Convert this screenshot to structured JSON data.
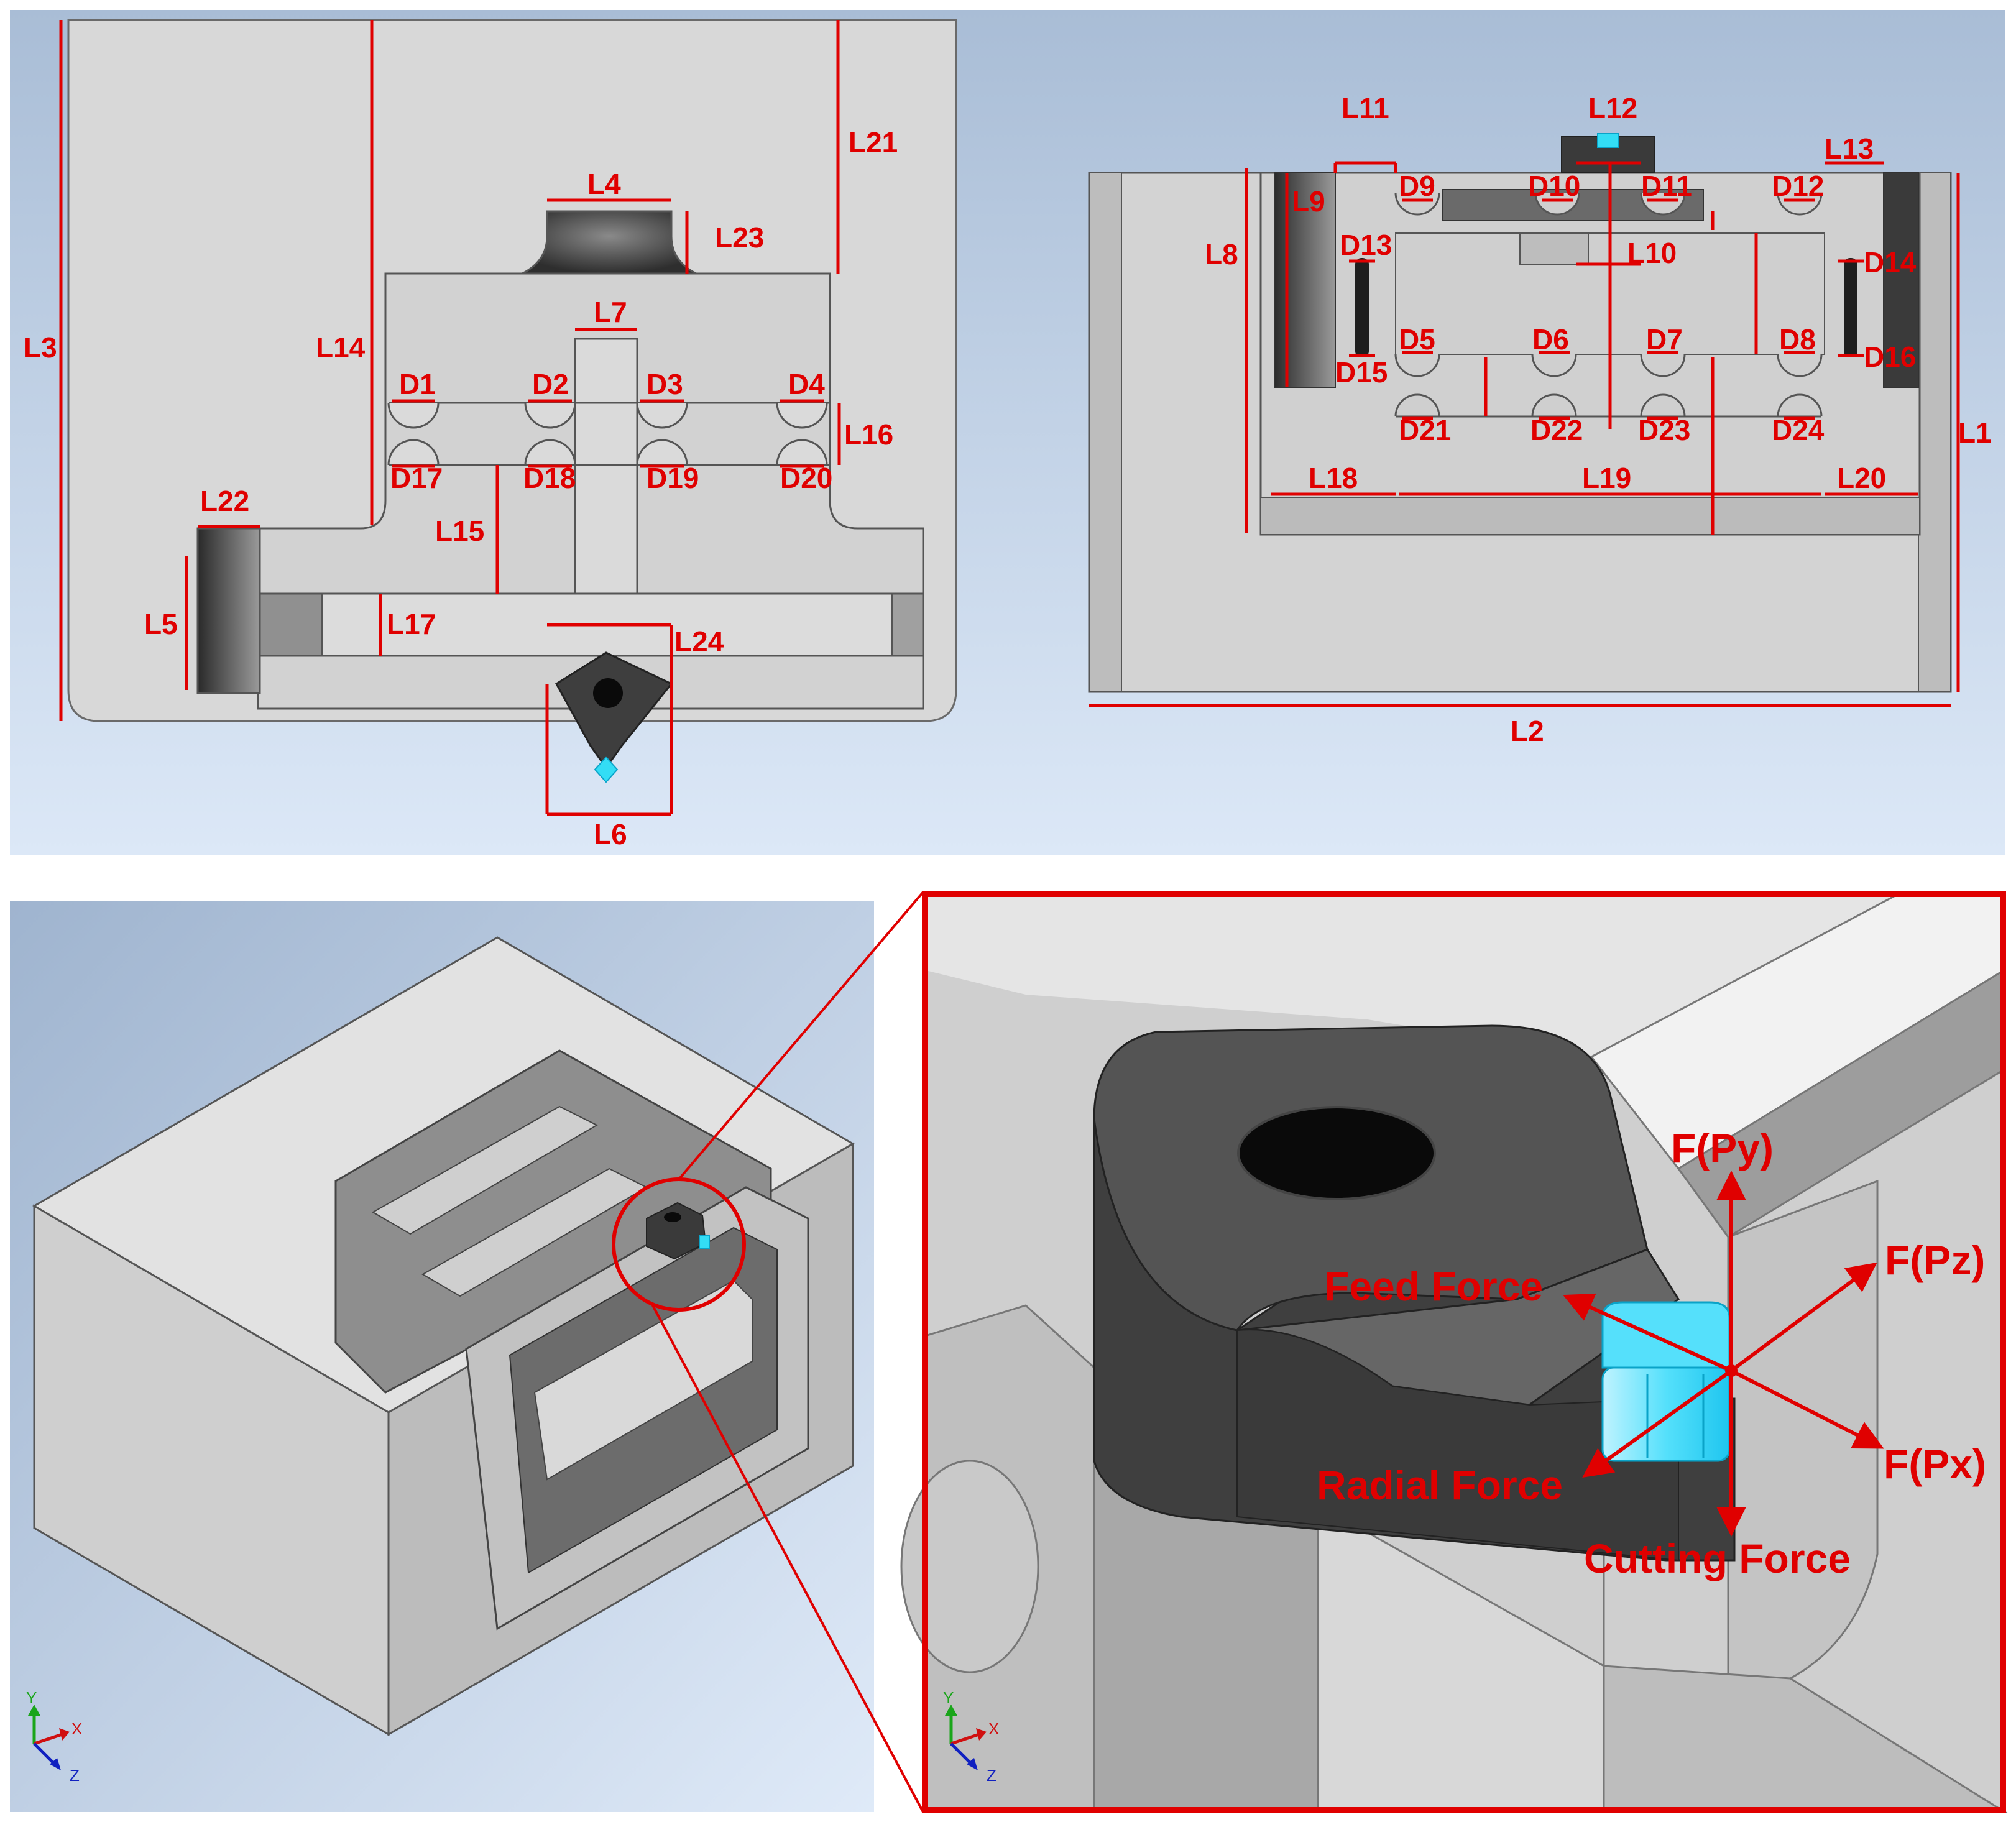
{
  "colors": {
    "annotation": "#e00000",
    "insert_tip": "#33ddf5",
    "body": "#d6d6d6",
    "dark": "#3c3c3c"
  },
  "panel_top_left": {
    "labels": {
      "L3": "L3",
      "L14": "L14",
      "L21": "L21",
      "L4": "L4",
      "L23": "L23",
      "L7": "L7",
      "D1": "D1",
      "D2": "D2",
      "D3": "D3",
      "D4": "D4",
      "L16": "L16",
      "D17": "D17",
      "D18": "D18",
      "D19": "D19",
      "D20": "D20",
      "L22": "L22",
      "L15": "L15",
      "L5": "L5",
      "L17": "L17",
      "L24": "L24",
      "L6": "L6"
    }
  },
  "panel_top_right": {
    "labels": {
      "L11": "L11",
      "L12": "L12",
      "L13": "L13",
      "L9": "L9",
      "D9": "D9",
      "D10": "D10",
      "D11": "D11",
      "D12": "D12",
      "L8": "L8",
      "D13": "D13",
      "L10": "L10",
      "D14": "D14",
      "D5": "D5",
      "D6": "D6",
      "D7": "D7",
      "D8": "D8",
      "D15": "D15",
      "D16": "D16",
      "D21": "D21",
      "D22": "D22",
      "D23": "D23",
      "D24": "D24",
      "L1": "L1",
      "L18": "L18",
      "L19": "L19",
      "L20": "L20",
      "L2": "L2"
    }
  },
  "panel_zoom": {
    "forces": {
      "py": "F(Py)",
      "pz": "F(Pz)",
      "px": "F(Px)",
      "feed": "Feed Force",
      "radial": "Radial Force",
      "cutting": "Cutting Force"
    }
  },
  "axes_triad": {
    "x": "X",
    "y": "Y",
    "z": "Z"
  }
}
